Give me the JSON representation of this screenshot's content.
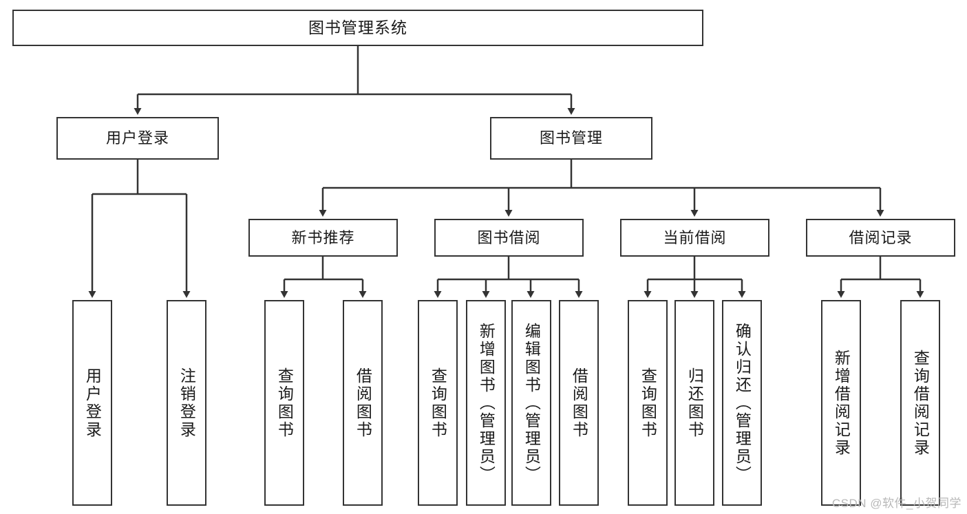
{
  "diagram": {
    "type": "tree-hierarchy",
    "title": "图书管理系统",
    "stroke_color": "#333333",
    "fill_color": "#ffffff",
    "text_color": "#1a1a1a",
    "root": {
      "id": "root",
      "label": "图书管理系统",
      "orientation": "horizontal"
    },
    "level2": [
      {
        "id": "user-login",
        "label": "用户登录",
        "orientation": "horizontal"
      },
      {
        "id": "book-manage",
        "label": "图书管理",
        "orientation": "horizontal"
      }
    ],
    "level3": [
      {
        "id": "new-book-rec",
        "label": "新书推荐",
        "orientation": "horizontal"
      },
      {
        "id": "book-borrow",
        "label": "图书借阅",
        "orientation": "horizontal"
      },
      {
        "id": "current-borrow",
        "label": "当前借阅",
        "orientation": "horizontal"
      },
      {
        "id": "borrow-record",
        "label": "借阅记录",
        "orientation": "horizontal"
      }
    ],
    "leaves": {
      "user-login": [
        {
          "id": "leaf-user-login",
          "label": "用户登录"
        },
        {
          "id": "leaf-logout",
          "label": "注销登录"
        }
      ],
      "new-book-rec": [
        {
          "id": "leaf-query-book-1",
          "label": "查询图书"
        },
        {
          "id": "leaf-borrow-book-1",
          "label": "借阅图书"
        }
      ],
      "book-borrow": [
        {
          "id": "leaf-query-book-2",
          "label": "查询图书"
        },
        {
          "id": "leaf-add-book",
          "label": "新增图书（管理员）"
        },
        {
          "id": "leaf-edit-book",
          "label": "编辑图书（管理员）"
        },
        {
          "id": "leaf-borrow-book-2",
          "label": "借阅图书"
        }
      ],
      "current-borrow": [
        {
          "id": "leaf-query-book-3",
          "label": "查询图书"
        },
        {
          "id": "leaf-return-book",
          "label": "归还图书"
        },
        {
          "id": "leaf-confirm-return",
          "label": "确认归还（管理员）"
        }
      ],
      "borrow-record": [
        {
          "id": "leaf-add-record",
          "label": "新增借阅记录"
        },
        {
          "id": "leaf-query-record",
          "label": "查询借阅记录"
        }
      ]
    }
  },
  "watermark": {
    "text": "CSDN @软件_小贺同学"
  }
}
